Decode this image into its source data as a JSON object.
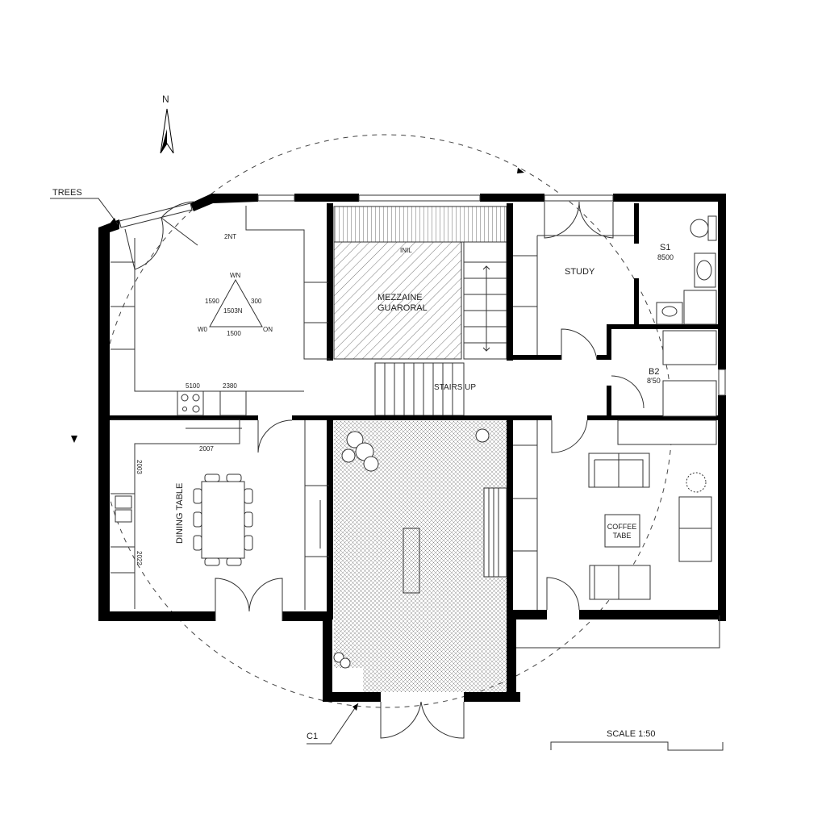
{
  "north": {
    "label": "N"
  },
  "annotations": {
    "trees": "TREES",
    "c1": "C1",
    "scale": "SCALE 1:50"
  },
  "kitchen": {
    "top_label": "2NT",
    "triangle": {
      "top": "WN",
      "left_side": "1590",
      "right_side": "300",
      "center": "1503N",
      "bottom_side": "1500",
      "left_vertex": "W0",
      "right_vertex": "ON"
    },
    "dim_left": "5100",
    "dim_right": "2380"
  },
  "mezzanine": {
    "top_label": "INIL",
    "line1": "MEZZAINE",
    "line2": "GUARORAL"
  },
  "stairs": {
    "label": "STAIRS UP"
  },
  "study": {
    "label": "STUDY"
  },
  "bath1": {
    "name": "S1",
    "dim": "8500"
  },
  "bath2": {
    "name": "B2",
    "dim": "8'50"
  },
  "dining": {
    "label": "DINING TABLE",
    "dim_top": "2007",
    "dim_side1": "2003",
    "dim_side2": "2022"
  },
  "living": {
    "coffee_line1": "COFFEE",
    "coffee_line2": "TABE"
  },
  "colors": {
    "wall": "#000000",
    "line": "#333333",
    "background": "#ffffff"
  }
}
